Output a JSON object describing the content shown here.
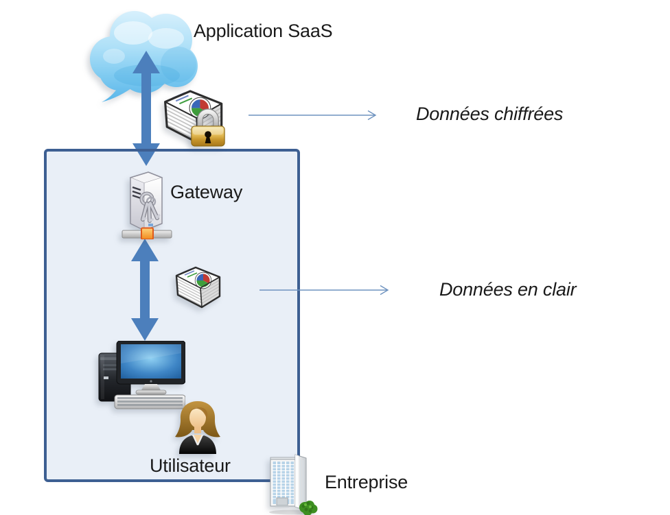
{
  "diagram": {
    "labels": {
      "application_saas": "Application SaaS",
      "donnees_chiffrees": "Données chiffrées",
      "gateway": "Gateway",
      "donnees_en_clair": "Données en clair",
      "utilisateur": "Utilisateur",
      "entreprise": "Entreprise"
    },
    "icons": {
      "cloud": "saas-cloud",
      "encrypted_data": "document-stack-with-padlock",
      "gateway": "server-with-keys-and-network-port",
      "clear_data": "document-stack",
      "workstation": "desktop-computer",
      "user": "businesswoman-avatar",
      "enterprise": "office-building-with-bush"
    },
    "colors": {
      "background": "#ffffff",
      "boundary_border": "#3d5f92",
      "boundary_fill": "#e9eff7",
      "big_arrow": "#4c7fbc",
      "thin_arrow": "#6d92bf",
      "label_text": "#1a1a1a",
      "padlock_gold": "#d9a93c",
      "screen_blue": "#3f86c6",
      "bush_green": "#3e8f22"
    }
  }
}
